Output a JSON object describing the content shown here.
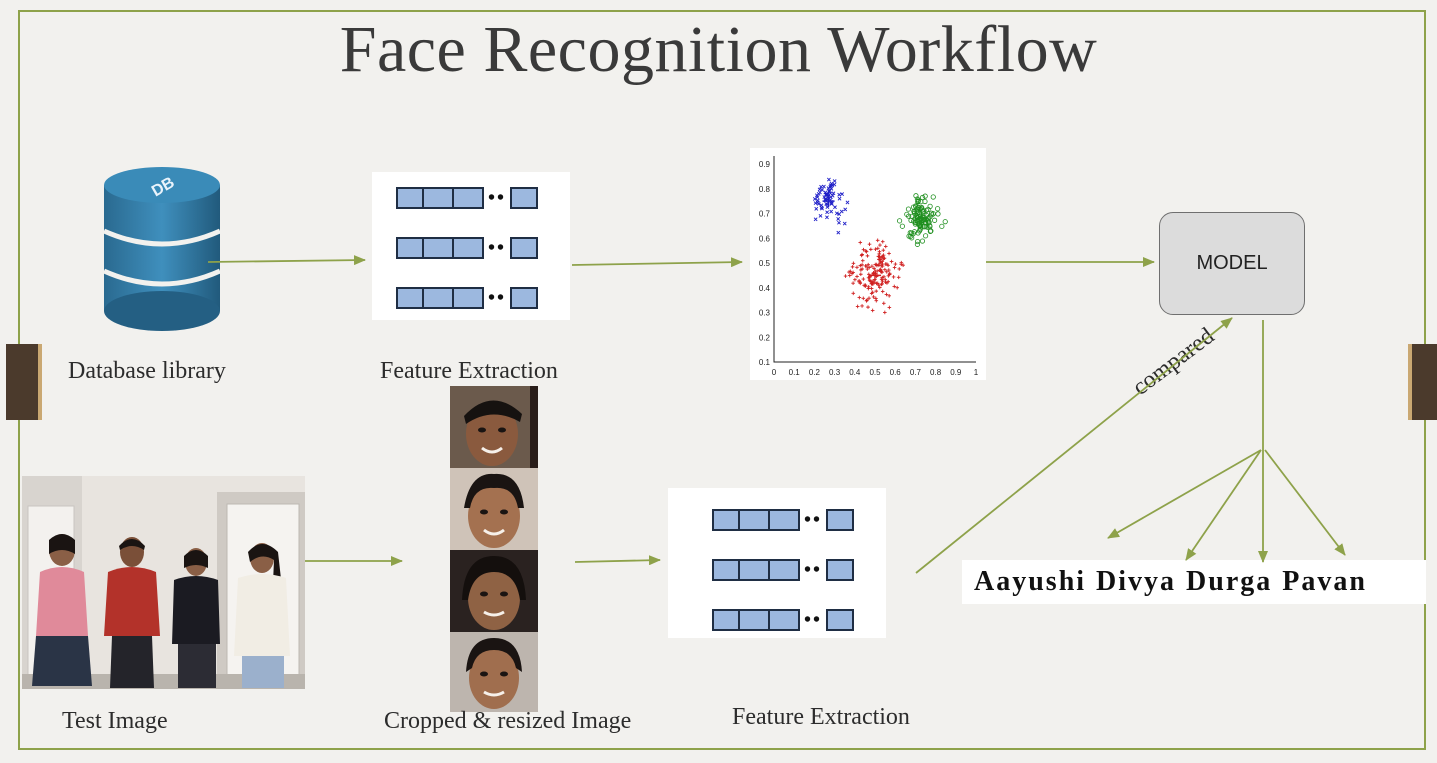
{
  "title": "Face Recognition Workflow",
  "labels": {
    "database": "Database library",
    "feature_extraction_top": "Feature Extraction",
    "test_image": "Test Image",
    "cropped": "Cropped & resized Image",
    "feature_extraction_bottom": "Feature Extraction",
    "compared": "compared"
  },
  "db_icon_text": "DB",
  "model_label": "MODEL",
  "names": [
    "Aayushi",
    "Divya",
    "Durga",
    "Pavan"
  ],
  "colors": {
    "arrow": "#8ea24a",
    "frame": "#8ea24a",
    "db": "#2b6f97",
    "feature_box": "#9cb8df",
    "cluster_blue": "#2020c8",
    "cluster_red": "#d02020",
    "cluster_green": "#1f8f1f"
  },
  "chart_data": {
    "type": "scatter",
    "x_ticks": [
      "0",
      "0.1",
      "0.2",
      "0.3",
      "0.4",
      "0.5",
      "0.6",
      "0.7",
      "0.8",
      "0.9",
      "1"
    ],
    "y_ticks": [
      "0.1",
      "0.2",
      "0.3",
      "0.4",
      "0.5",
      "0.6",
      "0.7",
      "0.8",
      "0.9"
    ],
    "xlim": [
      0,
      1
    ],
    "ylim": [
      0.1,
      0.9
    ],
    "clusters": [
      {
        "color": "#2020c8",
        "marker": "x",
        "center": [
          0.27,
          0.75
        ],
        "spread": [
          0.06,
          0.06
        ],
        "count": 70
      },
      {
        "color": "#d02020",
        "marker": "+",
        "center": [
          0.5,
          0.45
        ],
        "spread": [
          0.1,
          0.1
        ],
        "count": 160
      },
      {
        "color": "#1f8f1f",
        "marker": "o",
        "center": [
          0.73,
          0.68
        ],
        "spread": [
          0.07,
          0.07
        ],
        "count": 110
      }
    ]
  }
}
